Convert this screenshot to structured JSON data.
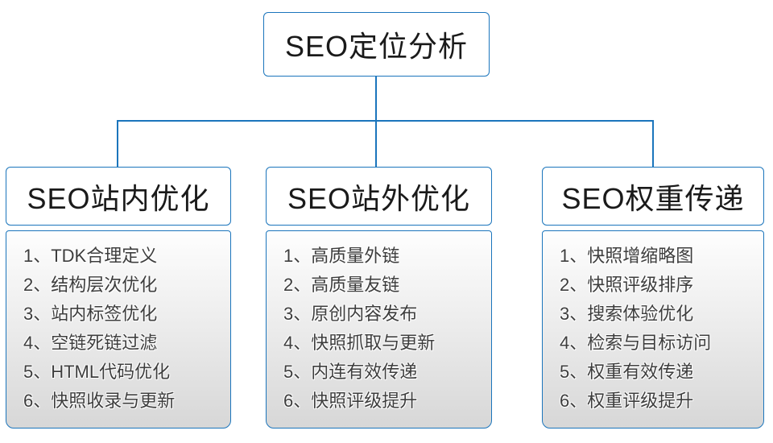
{
  "colors": {
    "line_blue": "#1b75bc",
    "header_text": "#1a1a1a",
    "item_text": "#3d3d3d",
    "panel_gradient_top": "#fefefe",
    "panel_gradient_bottom": "#d7d7d7"
  },
  "root": {
    "title": "SEO定位分析"
  },
  "branches": [
    {
      "title": "SEO站内优化",
      "items": [
        "1、TDK合理定义",
        "2、结构层次优化",
        "3、站内标签优化",
        "4、空链死链过滤",
        "5、HTML代码优化",
        "6、快照收录与更新"
      ]
    },
    {
      "title": "SEO站外优化",
      "items": [
        "1、高质量外链",
        "2、高质量友链",
        "3、原创内容发布",
        "4、快照抓取与更新",
        "5、内连有效传递",
        "6、快照评级提升"
      ]
    },
    {
      "title": "SEO权重传递",
      "items": [
        "1、快照增缩略图",
        "2、快照评级排序",
        "3、搜索体验优化",
        "4、检索与目标访问",
        "5、权重有效传递",
        "6、权重评级提升"
      ]
    }
  ]
}
